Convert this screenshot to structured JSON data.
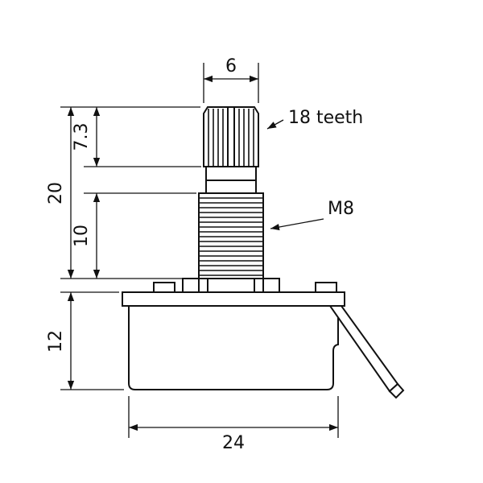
{
  "labels": {
    "shaft_width": "6",
    "knurl_height": "7.3",
    "shaft_total_height": "20",
    "thread_height": "10",
    "body_height": "12",
    "body_width": "24",
    "teeth": "18 teeth",
    "thread_spec": "M8"
  },
  "colors": {
    "line": "#111111",
    "background": "#ffffff"
  }
}
